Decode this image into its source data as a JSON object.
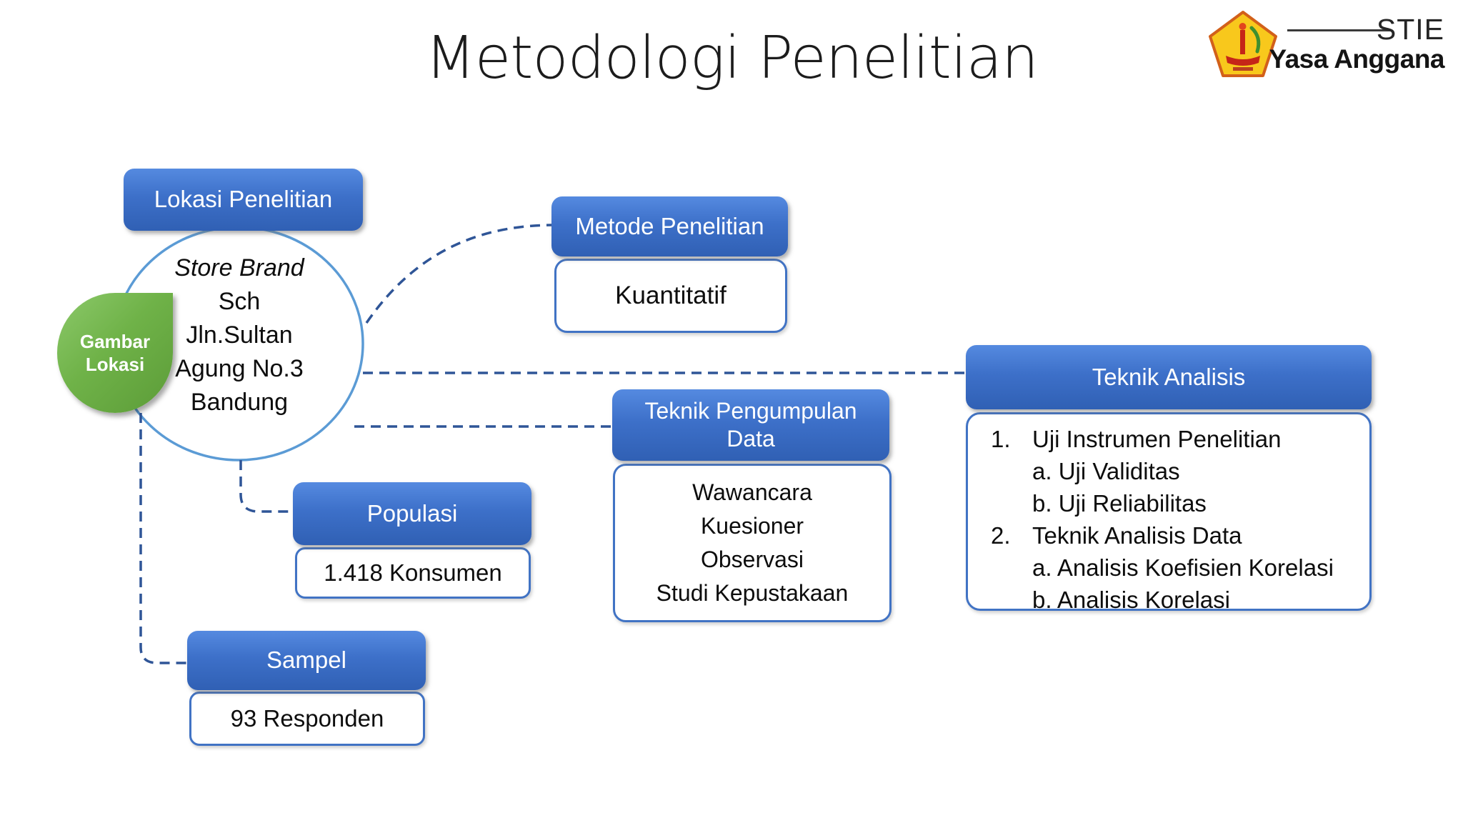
{
  "title": "Metodologi Penelitian",
  "logo": {
    "org_abbr": "STIE",
    "org_name": "Yasa Anggana"
  },
  "colors": {
    "header_blue": "#3d70c9",
    "box_border_blue": "#4173c4",
    "circle_stroke_blue": "#5b9bd5",
    "connector_blue": "#2f5597",
    "teardrop_green": "#6fb248"
  },
  "nodes": {
    "lokasi": {
      "label": "Lokasi Penelitian",
      "lines": [
        "Store Brand",
        "Sch",
        "Jln.Sultan",
        "Agung No.3",
        "Bandung"
      ]
    },
    "gambar": {
      "line1": "Gambar",
      "line2": "Lokasi"
    },
    "metode": {
      "label": "Metode Penelitian",
      "value": "Kuantitatif"
    },
    "teknik_pengumpulan": {
      "label": "Teknik Pengumpulan Data",
      "items": [
        "Wawancara",
        "Kuesioner",
        "Observasi",
        "Studi Kepustakaan"
      ]
    },
    "teknik_analisis": {
      "label": "Teknik Analisis",
      "items": [
        {
          "num": "1.",
          "text": "Uji Instrumen Penelitian"
        },
        {
          "num": "",
          "text": "a. Uji Validitas"
        },
        {
          "num": "",
          "text": "b. Uji Reliabilitas"
        },
        {
          "num": "2.",
          "text": "Teknik Analisis Data"
        },
        {
          "num": "",
          "text": "a. Analisis Koefisien Korelasi"
        },
        {
          "num": "",
          "text": "b. Analisis Korelasi"
        }
      ]
    },
    "populasi": {
      "label": "Populasi",
      "value": "1.418 Konsumen"
    },
    "sampel": {
      "label": "Sampel",
      "value": "93 Responden"
    }
  }
}
